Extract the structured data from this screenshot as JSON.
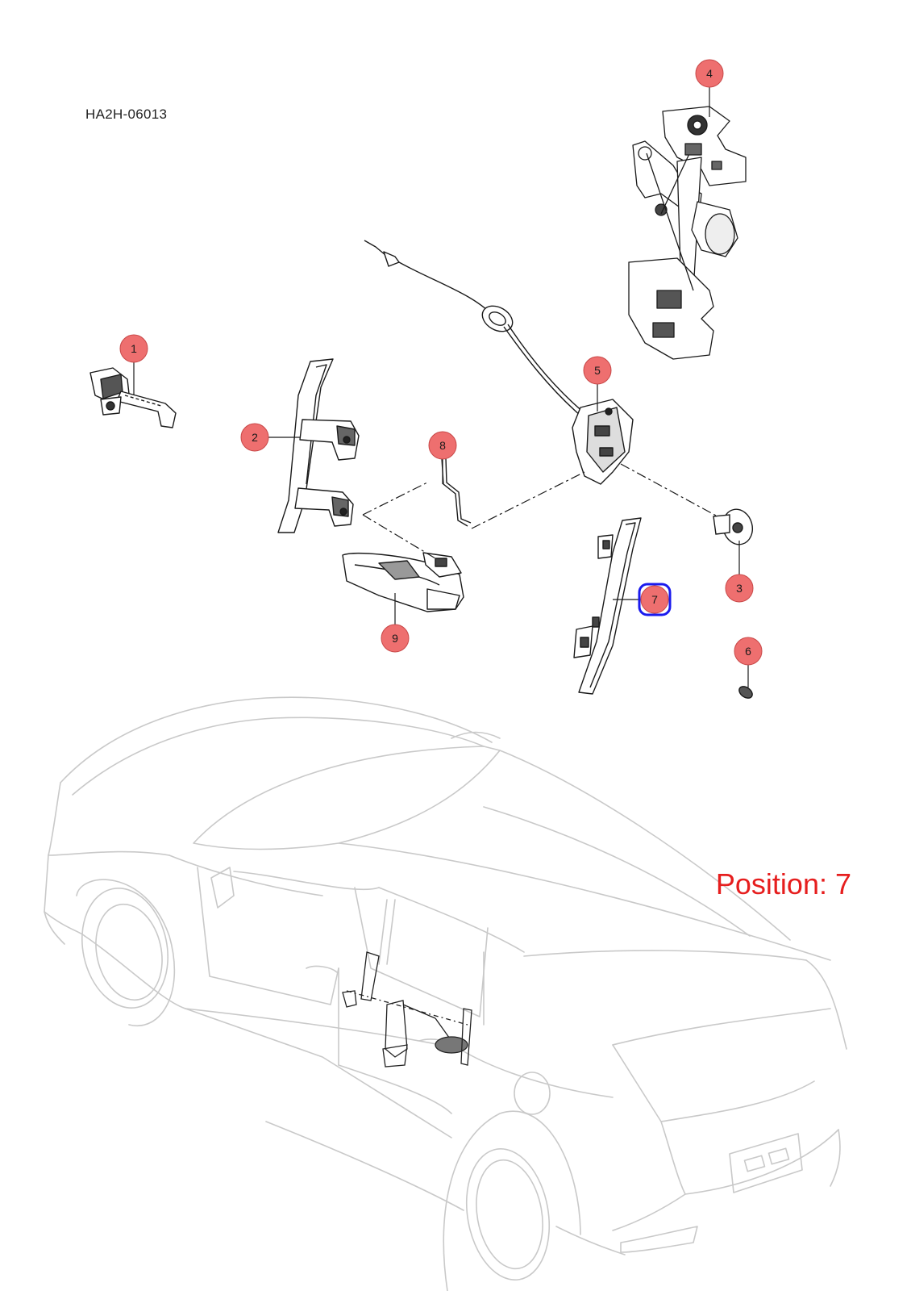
{
  "diagram_code": "HA2H-06013",
  "position_label": "Position: 7",
  "highlighted_callout": "7",
  "colors": {
    "callout_fill": "#ee6f6f",
    "callout_stroke": "#c84848",
    "highlight_stroke": "#1a1aee",
    "position_text": "#e61e1e",
    "car_outline": "#c8c8c8",
    "part_line": "#1a1a1a"
  },
  "callouts": [
    {
      "number": "1"
    },
    {
      "number": "2"
    },
    {
      "number": "3"
    },
    {
      "number": "4"
    },
    {
      "number": "5"
    },
    {
      "number": "6"
    },
    {
      "number": "7"
    },
    {
      "number": "8"
    },
    {
      "number": "9"
    }
  ]
}
